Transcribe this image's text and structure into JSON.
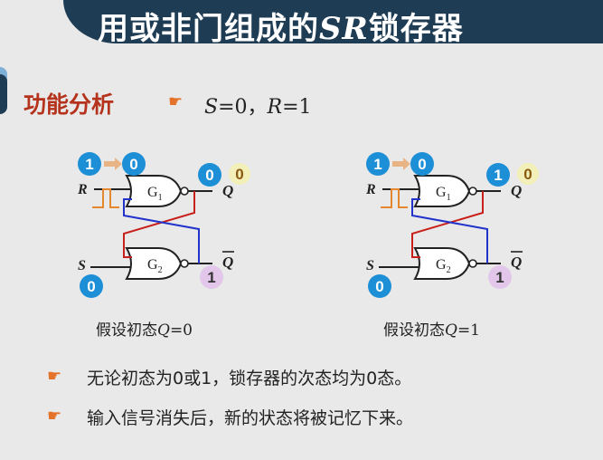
{
  "title": {
    "prefix": "用或非门组成的",
    "italic": "SR",
    "suffix": "锁存器"
  },
  "section": {
    "label": "功能分析"
  },
  "condition": {
    "s_name": "S",
    "s_val": "=0，",
    "r_name": "R",
    "r_val": "=1"
  },
  "circuits": [
    {
      "r_label": "R",
      "s_label": "S",
      "g1": "G",
      "g1_sub": "1",
      "g2": "G",
      "g2_sub": "2",
      "r_prev": "1",
      "r_now": "0",
      "s_val": "0",
      "q_label": "Q",
      "qbar_label": "Q",
      "q_new": "0",
      "q_old": "0",
      "qbar_val": "1",
      "caption_text": "假设初态",
      "caption_q": "Q",
      "caption_val": "=0"
    },
    {
      "r_label": "R",
      "s_label": "S",
      "g1": "G",
      "g1_sub": "1",
      "g2": "G",
      "g2_sub": "2",
      "r_prev": "1",
      "r_now": "0",
      "s_val": "0",
      "q_label": "Q",
      "qbar_label": "Q",
      "q_new": "1",
      "q_old": "0",
      "qbar_val": "1",
      "caption_text": "假设初态",
      "caption_q": "Q",
      "caption_val": "=1"
    }
  ],
  "bullets": [
    "无论初态为0或1，锁存器的次态均为0态。",
    "输入信号消失后，新的状态将被记忆下来。"
  ],
  "colors": {
    "banner": "#1f3c55",
    "section": "#b5331c",
    "hand": "#e5722a",
    "blue_wire": "#2233cc",
    "red_wire": "#c8201a",
    "blue_badge": "#1d8fd6",
    "yellow_badge": "#f2efb8",
    "pink_badge": "#e2c7ea",
    "pulse": "#e5872e"
  },
  "icons": {
    "hand": "pointing-hand-icon"
  }
}
